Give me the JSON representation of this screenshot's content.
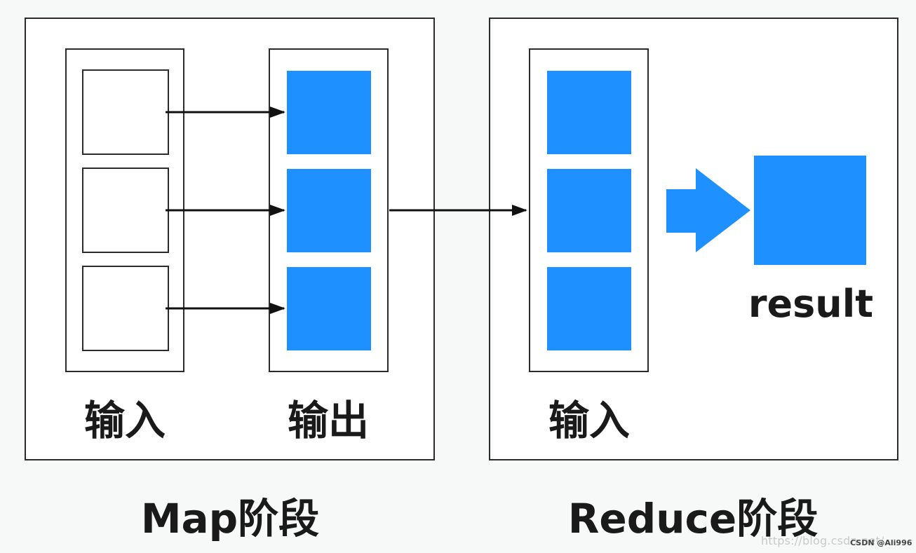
{
  "colors": {
    "accent": "#1e90ff",
    "stroke": "#2b2b2b",
    "background": "#f7f8f8"
  },
  "map_stage": {
    "input_label": "输入",
    "output_label": "输出",
    "stage_title": "Map阶段"
  },
  "reduce_stage": {
    "input_label": "输入",
    "result_label": "result",
    "stage_title": "Reduce阶段"
  },
  "watermark": {
    "url": "https://blog.csdn.net/",
    "brand": "CSDN @Ali996"
  }
}
